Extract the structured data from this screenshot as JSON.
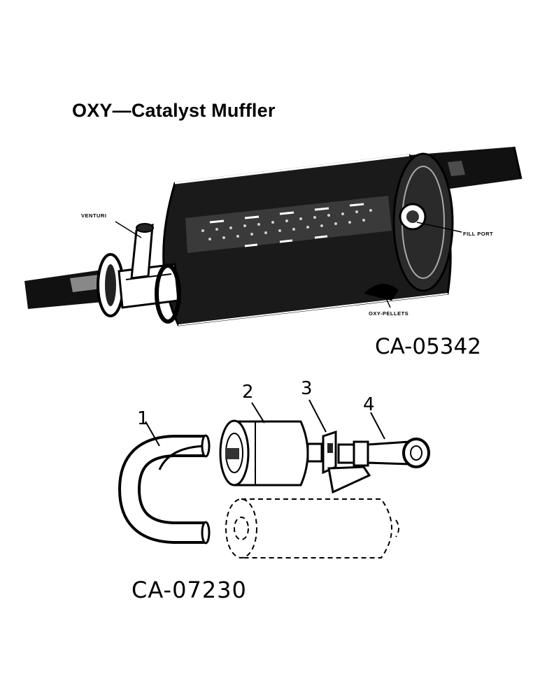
{
  "title": "OXY—Catalyst Muffler",
  "figure_top": {
    "code": "CA-05342",
    "callouts": {
      "venturi": "VENTURI",
      "fill_port": "FILL PORT",
      "oxy_pellets": "OXY-PELLETS"
    }
  },
  "figure_bottom": {
    "code": "CA-07230",
    "parts": [
      "1",
      "2",
      "3",
      "4"
    ]
  }
}
